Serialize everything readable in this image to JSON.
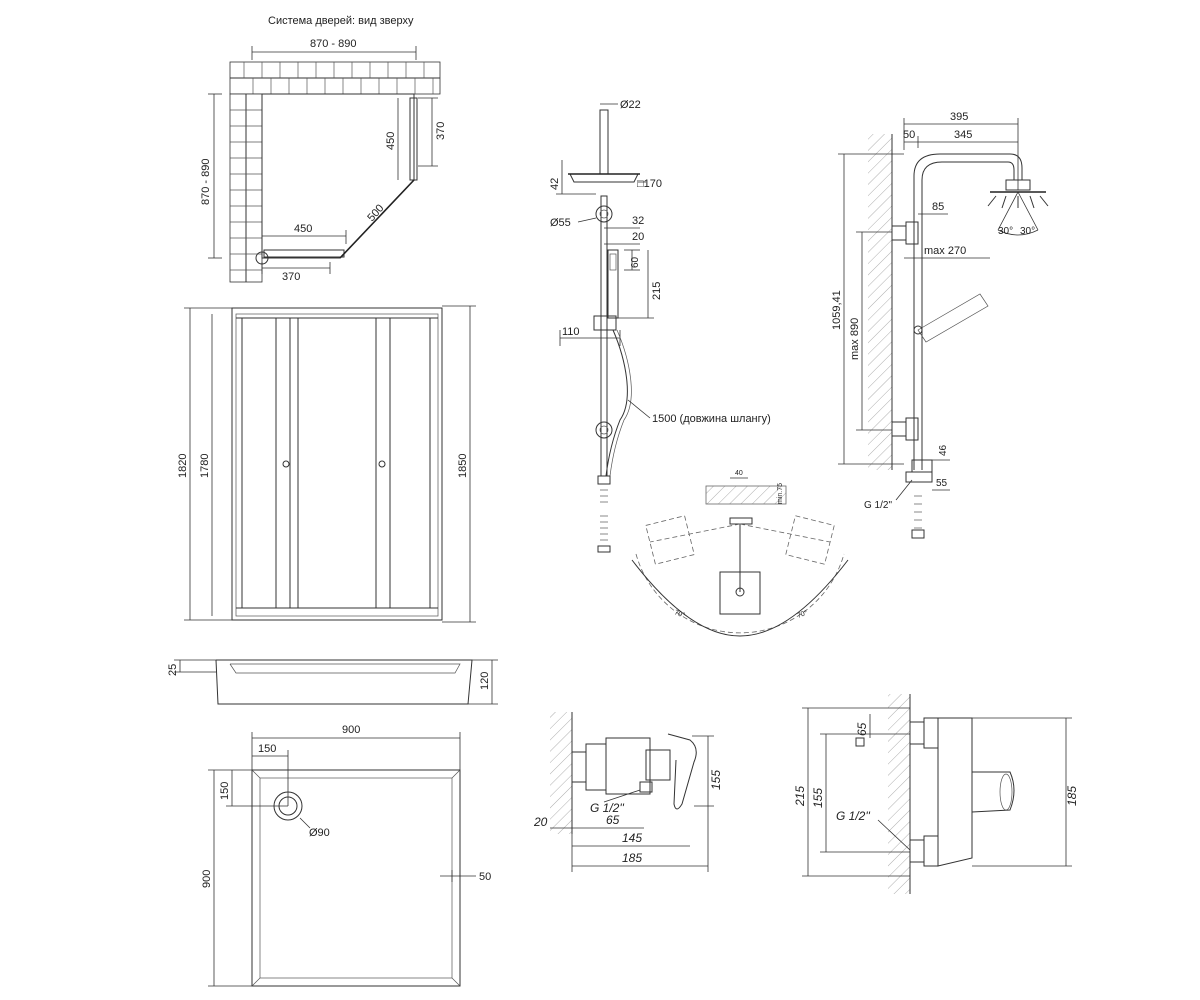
{
  "header": {
    "title": "Система дверей: вид зверху"
  },
  "top_view": {
    "width_dim": "870 - 890",
    "height_dim": "870 - 890",
    "dim_450_v": "450",
    "dim_370_v": "370",
    "dim_500": "500",
    "dim_450_h": "450",
    "dim_370_h": "370"
  },
  "front_view": {
    "dim_1820": "1820",
    "dim_1780": "1780",
    "dim_1850": "1850"
  },
  "tray_side": {
    "dim_25": "25",
    "dim_120": "120"
  },
  "tray_top": {
    "dim_900_w": "900",
    "dim_150_w": "150",
    "dim_150_h": "150",
    "drain": "Ø90",
    "dim_900_h": "900",
    "dim_50": "50"
  },
  "shower_column": {
    "d22": "Ø22",
    "d42": "42",
    "d170": "□170",
    "d55": "Ø55",
    "d32": "32",
    "d20": "20",
    "d60": "60",
    "d215": "215",
    "d110": "110",
    "hose": "1500 (довжина шлангу)"
  },
  "rotation_view": {
    "d40": "40",
    "min75": "min.75",
    "angle_left": "70°",
    "angle_right": "70°"
  },
  "side_column": {
    "d395": "395",
    "d50": "50",
    "d345": "345",
    "d85": "85",
    "max270": "max 270",
    "d1059": "1059,41",
    "max890": "max 890",
    "d46": "46",
    "d55": "55",
    "g12": "G 1/2\"",
    "a30_left": "30°",
    "a30_right": "30°"
  },
  "mixer_side": {
    "g12": "G 1/2''",
    "d155": "155",
    "d20": "20",
    "d65": "65",
    "d145": "145",
    "d185": "185"
  },
  "mixer_front": {
    "d65": "65",
    "d215": "215",
    "d155": "155",
    "g12": "G 1/2''",
    "d185": "185"
  }
}
